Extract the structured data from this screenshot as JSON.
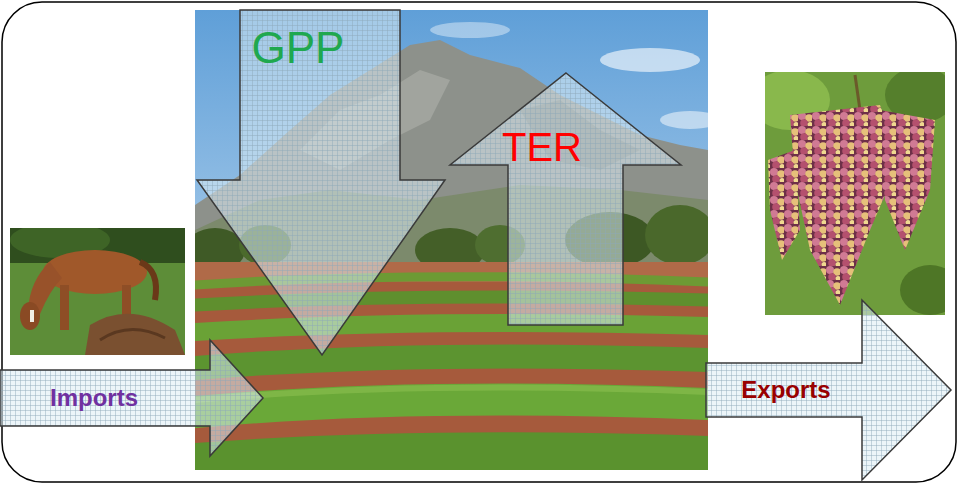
{
  "diagram": {
    "nodes": [
      {
        "text": [
          "GPP"
        ]
      },
      {
        "text": [
          "TER"
        ]
      },
      {
        "text": [
          "Imports"
        ]
      },
      {
        "text": [
          "Exports"
        ]
      }
    ]
  }
}
